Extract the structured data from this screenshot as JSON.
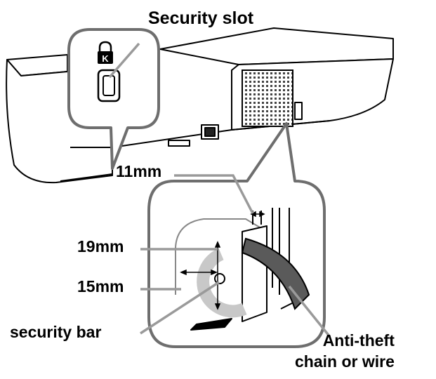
{
  "labels": {
    "security_slot": "Security slot",
    "dim_width": "11mm",
    "dim_height": "19mm",
    "dim_depth": "15mm",
    "security_bar": "security bar",
    "anti_theft": "Anti-theft\nchain or wire"
  },
  "icons": {
    "lock": "kensington-lock-icon"
  },
  "colors": {
    "line": "#000000",
    "callout_border": "#6e6e6e",
    "pointer_gray": "#9a9a9a",
    "chain_fill": "#5a5a5a",
    "vent_gray": "#4a4a4a",
    "background": "#ffffff"
  }
}
